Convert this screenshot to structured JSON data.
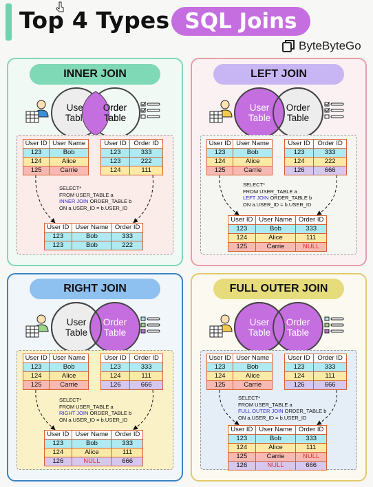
{
  "header": {
    "title": "Top 4 Types",
    "highlight": "SQL Joins",
    "brand": "ByteByteGo",
    "cursor_icon": "cursor-icon"
  },
  "colors": {
    "inner_accent": "#6fd3b0",
    "left_accent": "#c8b6f4",
    "right_accent": "#8ec0f0",
    "outer_accent": "#e5db7b",
    "highlight": "#c56ee0"
  },
  "circle_labels": {
    "left": "User Table",
    "right": "Order Table"
  },
  "headers": {
    "user_id": "User ID",
    "user_name": "User Name",
    "order_id": "Order ID"
  },
  "users": [
    {
      "id": "123",
      "name": "Bob"
    },
    {
      "id": "124",
      "name": "Alice"
    },
    {
      "id": "125",
      "name": "Carrie"
    }
  ],
  "orders": [
    {
      "uid": "123",
      "oid": "333"
    },
    {
      "uid": "123",
      "oid": "222"
    },
    {
      "uid": "124",
      "oid": "111"
    }
  ],
  "orders_right": [
    {
      "uid": "123",
      "oid": "333"
    },
    {
      "uid": "124",
      "oid": "111"
    },
    {
      "uid": "126",
      "oid": "666"
    }
  ],
  "inner": {
    "title": "INNER JOIN",
    "sql": {
      "l1": "SELECT*",
      "l2": "FROM USER_TABLE a",
      "kw": "INNER JOIN",
      "l3": " ORDER_TABLE b",
      "l4": "ON a.USER_ID = b.USER_ID"
    },
    "result": [
      {
        "id": "123",
        "name": "Bob",
        "oid": "333"
      },
      {
        "id": "123",
        "name": "Bob",
        "oid": "222"
      }
    ]
  },
  "left": {
    "title": "LEFT JOIN",
    "sql": {
      "l1": "SELECT*",
      "l2": "FROM USER_TABLE a",
      "kw": "LEFT JOIN",
      "l3": " ORDER_TABLE b",
      "l4": "ON a.USER_ID = b.USER_ID"
    },
    "result": [
      {
        "id": "123",
        "name": "Bob",
        "oid": "333"
      },
      {
        "id": "124",
        "name": "Alice",
        "oid": "111"
      },
      {
        "id": "125",
        "name": "Carrie",
        "oid": "NULL"
      }
    ]
  },
  "right": {
    "title": "RIGHT JOIN",
    "sql": {
      "l1": "SELECT*",
      "l2": "FROM USER_TABLE a",
      "kw": "RIGHT JOIN",
      "l3": " ORDER_TABLE b",
      "l4": "ON a.USER_ID = b.USER_ID"
    },
    "result": [
      {
        "id": "123",
        "name": "Bob",
        "oid": "333"
      },
      {
        "id": "124",
        "name": "Alice",
        "oid": "111"
      },
      {
        "id": "126",
        "name": "NULL",
        "oid": "666"
      }
    ]
  },
  "outer": {
    "title": "FULL OUTER JOIN",
    "sql": {
      "l1": "SELECT*",
      "l2": "FROM USER_TABLE a",
      "kw": "FULL OUTER JOIN",
      "l3": " ORDER_TABLE b",
      "l4": "ON a.USER_ID = b.USER_ID"
    },
    "result": [
      {
        "id": "123",
        "name": "Bob",
        "oid": "333"
      },
      {
        "id": "124",
        "name": "Alice",
        "oid": "111"
      },
      {
        "id": "125",
        "name": "Carrie",
        "oid": "NULL"
      },
      {
        "id": "126",
        "name": "NULL",
        "oid": "666"
      }
    ]
  }
}
